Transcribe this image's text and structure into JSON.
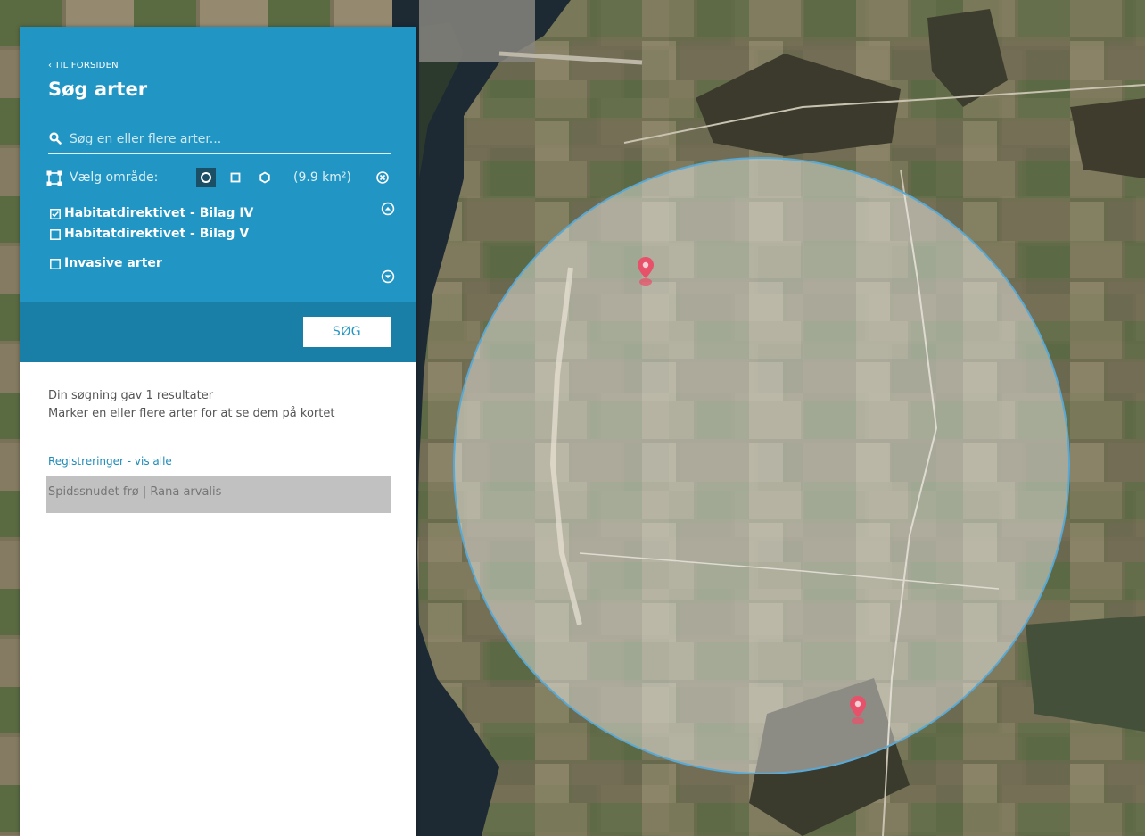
{
  "header": {
    "back_link": "TIL FORSIDEN",
    "title": "Søg arter"
  },
  "search": {
    "placeholder": "Søg en eller flere arter..."
  },
  "area": {
    "label": "Vælg område:",
    "shapes": [
      "circle",
      "square",
      "hexagon"
    ],
    "selected_shape": "circle",
    "size": "(9.9 km²)"
  },
  "filters": [
    {
      "label": "Habitatdirektivet - Bilag IV",
      "checked": true
    },
    {
      "label": "Habitatdirektivet - Bilag V",
      "checked": false
    },
    {
      "label": "Invasive arter",
      "checked": false
    }
  ],
  "actions": {
    "search_button": "SØG"
  },
  "results": {
    "summary": "Din søgning gav 1 resultater",
    "hint": "Marker en eller flere arter for at se dem på kortet",
    "registrations_link": "Registreringer - vis alle",
    "items": [
      {
        "label": "Spidssnudet frø | Rana arvalis"
      }
    ]
  },
  "map": {
    "markers": 2,
    "marker_color": "#e8516a",
    "circle_stroke": "#58a9d6",
    "water_color": "#1e2a33"
  },
  "colors": {
    "panel_header": "#2196c4",
    "panel_footer": "#1a7fa6",
    "link": "#1d8bb8"
  }
}
